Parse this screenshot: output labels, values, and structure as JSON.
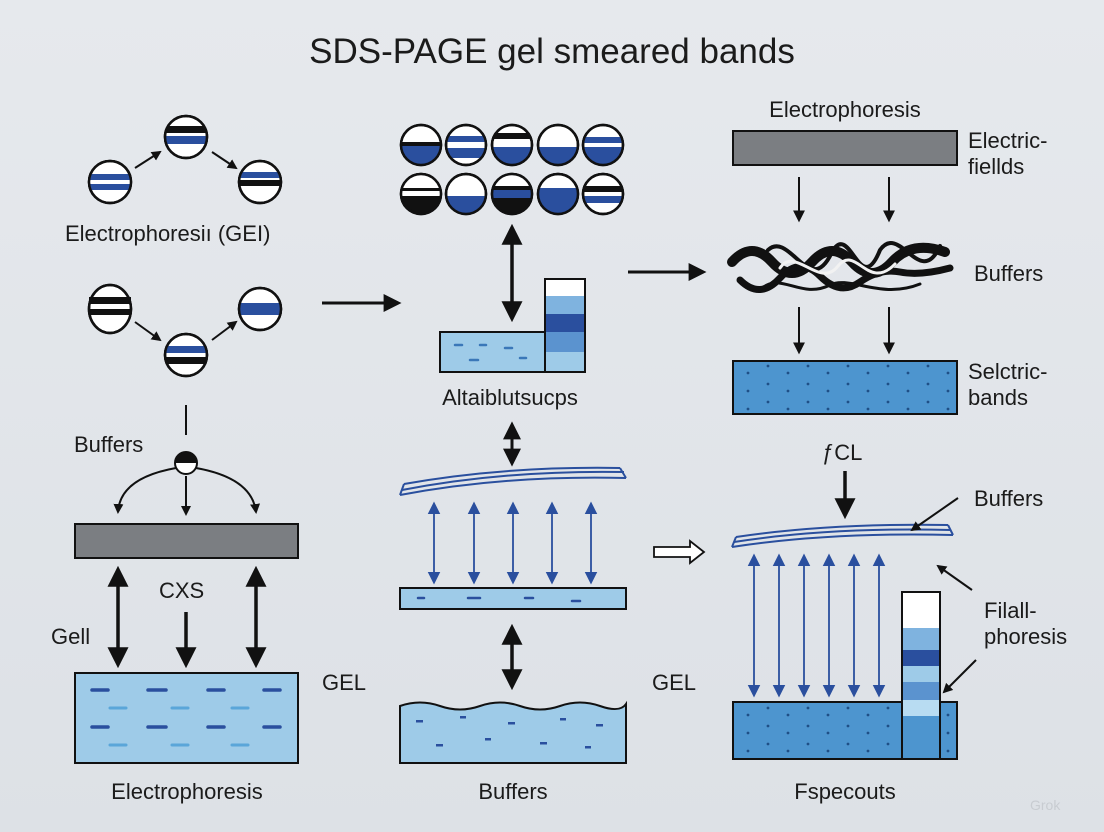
{
  "title": "SDS-PAGE gel smeared bands",
  "labels": {
    "electrophoresis_gel": "Electrophoresiı (GEI)",
    "buffers_left": "Buffers",
    "cxs": "CXS",
    "gell": "Gell",
    "gel_center": "GEL",
    "electrophoresis_bottom": "Electrophoresis",
    "altaiblutsucps": "Altaiblutsucps",
    "buffers_bottom": "Buffers",
    "gel_right": "GEL",
    "electrophoresis_top": "Electrophoresis",
    "electric_fields": "Electric-\nfiellds",
    "buffers_right_top": "Buffers",
    "selctric_bands": "Selctric-\nbands",
    "kcl": "ƒCL",
    "buffers_right_mid": "Buffers",
    "filall_phoresis": "Filall-\nphoresis",
    "fspecouts": "Fspecouts"
  },
  "watermark": "Grok",
  "colors": {
    "background": "#e3e6ea",
    "blue": "#2a4f9e",
    "gel_fill": "#9ecbe8",
    "gel_fill_dark": "#4d95cf",
    "plate": "#7b7e82",
    "ink": "#111111"
  }
}
